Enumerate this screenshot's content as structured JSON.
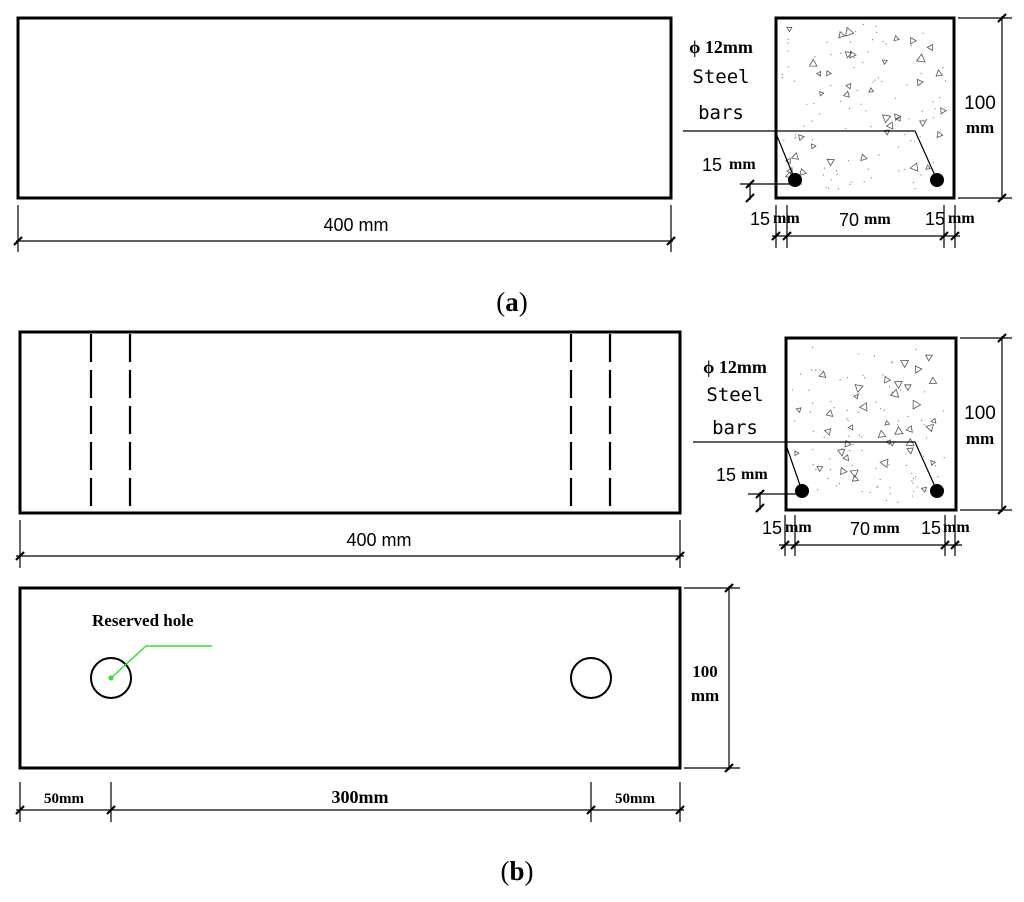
{
  "figure_a": {
    "caption_open": "(",
    "caption_letter": "a",
    "caption_close": ")",
    "beam_length_label": "400 mm",
    "bar_label_line1": "ϕ 12mm",
    "bar_label_line2": "Steel",
    "bar_label_line3": "bars",
    "cover_num": "15",
    "cover_unit": "mm",
    "height_num": "100",
    "height_unit": "mm",
    "bottom_left_num": "15",
    "bottom_left_unit": "mm",
    "bottom_mid_num": "70",
    "bottom_mid_unit": "mm",
    "bottom_right_num": "15",
    "bottom_right_unit": "mm"
  },
  "figure_b": {
    "caption_open": "(",
    "caption_letter": "b",
    "caption_close": ")",
    "beam_length_label": "400 mm",
    "bar_label_line1": "ϕ 12mm",
    "bar_label_line2": "Steel",
    "bar_label_line3": "bars",
    "cover_num": "15",
    "cover_unit": "mm",
    "height_num": "100",
    "height_unit": "mm",
    "bottom_left_num": "15",
    "bottom_left_unit": "mm",
    "bottom_mid_num": "70",
    "bottom_mid_unit": "mm",
    "bottom_right_num": "15",
    "bottom_right_unit": "mm",
    "reserved_hole_label": "Reserved hole",
    "plan_height_line1": "100",
    "plan_height_line2": "mm",
    "dim_left": "50mm",
    "dim_mid": "300mm",
    "dim_right": "50mm"
  },
  "colors": {
    "line": "#000000",
    "leader_green": "#33dd33"
  }
}
